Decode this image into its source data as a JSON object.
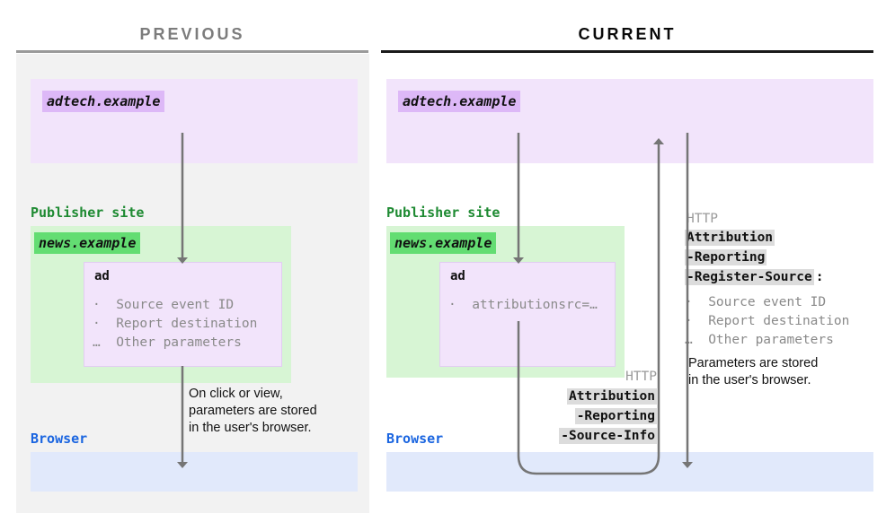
{
  "columns": {
    "previous": {
      "title": "PREVIOUS"
    },
    "current": {
      "title": "CURRENT"
    }
  },
  "previous": {
    "adtech_domain": "adtech.example",
    "publisher_label": "Publisher site",
    "publisher_domain": "news.example",
    "ad_title": "ad",
    "ad_params": "·  Source event ID\n·  Report destination\n…  Other parameters",
    "note": "On click or view,\nparameters are stored\nin the user's browser.",
    "browser_label": "Browser"
  },
  "current": {
    "adtech_domain": "adtech.example",
    "publisher_label": "Publisher site",
    "publisher_domain": "news.example",
    "ad_title": "ad",
    "ad_params": "·  attributionsrc=…",
    "browser_label": "Browser",
    "source_info_header": {
      "protocol": "HTTP",
      "line1": "Attribution",
      "line2": "-Reporting",
      "line3": "-Source-Info"
    },
    "register_source_header": {
      "protocol": "HTTP",
      "line1": "Attribution",
      "line2": "-Reporting",
      "line3": "-Register-Source",
      "colon": ":",
      "params": "·  Source event ID\n·  Report destination\n…  Other parameters",
      "note": "Parameters are stored\nin the user's browser."
    }
  },
  "colors": {
    "adtech_purple": "#f2e4fb",
    "adtech_chip": "#ddb8f7",
    "publisher_green": "#d7f5d4",
    "publisher_chip": "#63dd72",
    "browser_blue": "#e1e9fb",
    "panel_gray": "#f2f2f2",
    "arrow_gray": "#757575",
    "header_highlight": "#dcdcdc",
    "label_green": "#1e8a32",
    "label_blue": "#1a65e0",
    "muted_text": "#8a8a8a"
  }
}
